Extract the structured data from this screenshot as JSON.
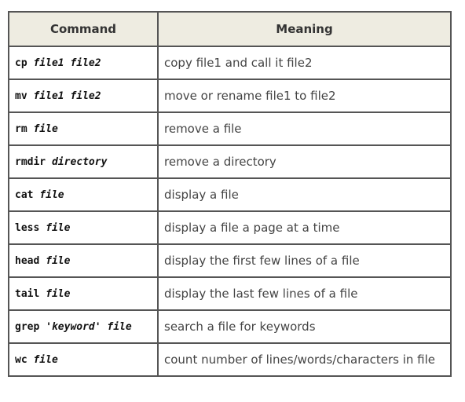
{
  "table": {
    "headers": {
      "command": "Command",
      "meaning": "Meaning"
    },
    "rows": [
      {
        "cmd": "cp",
        "args": "file1 file2",
        "meaning": "copy file1 and call it file2"
      },
      {
        "cmd": "mv",
        "args": "file1 file2",
        "meaning": "move or rename file1 to file2"
      },
      {
        "cmd": "rm",
        "args": "file",
        "meaning": "remove a file"
      },
      {
        "cmd": "rmdir",
        "args": "directory",
        "meaning": "remove a directory"
      },
      {
        "cmd": "cat",
        "args": "file",
        "meaning": "display a file"
      },
      {
        "cmd": "less",
        "args": "file",
        "meaning": "display a file a page at a time"
      },
      {
        "cmd": "head",
        "args": "file",
        "meaning": "display the first few lines of a file"
      },
      {
        "cmd": "tail",
        "args": "file",
        "meaning": "display the last few lines of a file"
      },
      {
        "cmd": "grep",
        "args": "'keyword' file",
        "meaning": "search a file for keywords"
      },
      {
        "cmd": "wc",
        "args": "file",
        "meaning": "count number of lines/words/characters in file"
      }
    ]
  }
}
